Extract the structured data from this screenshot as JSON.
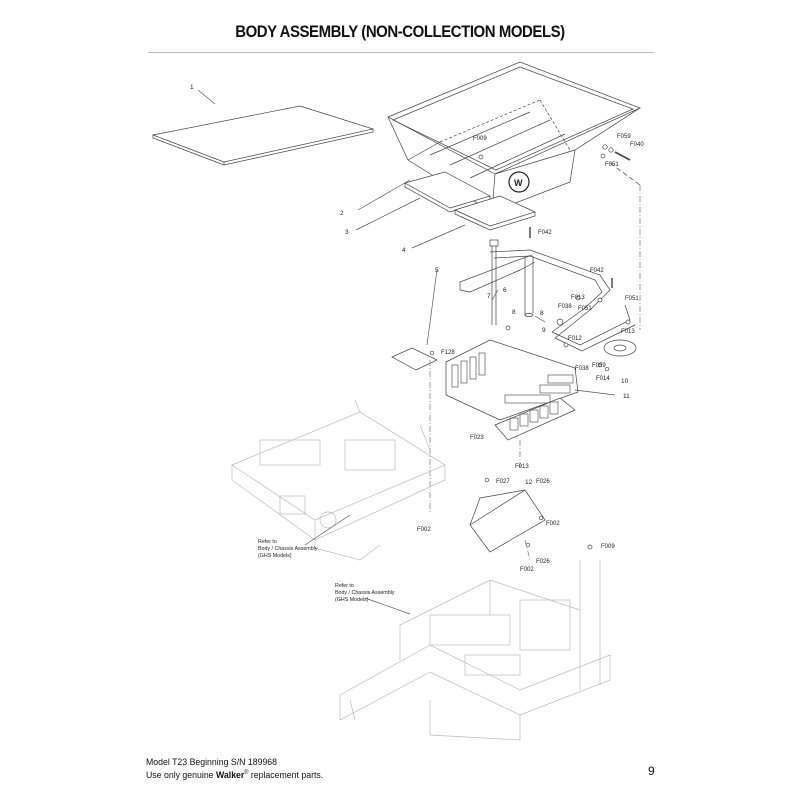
{
  "page": {
    "title": "BODY ASSEMBLY (NON-COLLECTION MODELS)",
    "footer_line1": "Model T23 Beginning S/N 189968",
    "footer_line2_pre": "Use only genuine ",
    "footer_brand": "Walker",
    "footer_reg": "®",
    "footer_line2_post": " replacement parts.",
    "page_number": "9"
  },
  "callouts": {
    "c1": "1",
    "c2": "2",
    "c3": "3",
    "c4": "4",
    "c5": "5",
    "c6": "6",
    "c7": "7",
    "c8a": "8",
    "c8b": "8",
    "c9": "9",
    "c10": "10",
    "c11": "11",
    "c12": "12",
    "F009a": "F009",
    "F059": "F059",
    "F040": "F040",
    "F051a": "F051",
    "F042a": "F042",
    "F042b": "F042",
    "F013a": "F013",
    "F051b": "F051",
    "F038a": "F038",
    "F051c": "F051",
    "F013b": "F013",
    "F012": "F012",
    "F038b": "F038",
    "F059b": "F059",
    "F014": "F014",
    "F128": "F128",
    "F023": "F023",
    "F013c": "F013",
    "F027": "F027",
    "F026a": "F026",
    "F002a": "F002",
    "F002b": "F002",
    "F009b": "F009",
    "F002c": "F002",
    "F026b": "F026"
  },
  "notes": {
    "ref1_l1": "Refer to",
    "ref1_l2": "Body / Chassis Assembly",
    "ref1_l3": "(GHS Models)",
    "ref2_l1": "Refer to",
    "ref2_l2": "Body / Chassis Assembly",
    "ref2_l3": "(GHS Models)"
  }
}
